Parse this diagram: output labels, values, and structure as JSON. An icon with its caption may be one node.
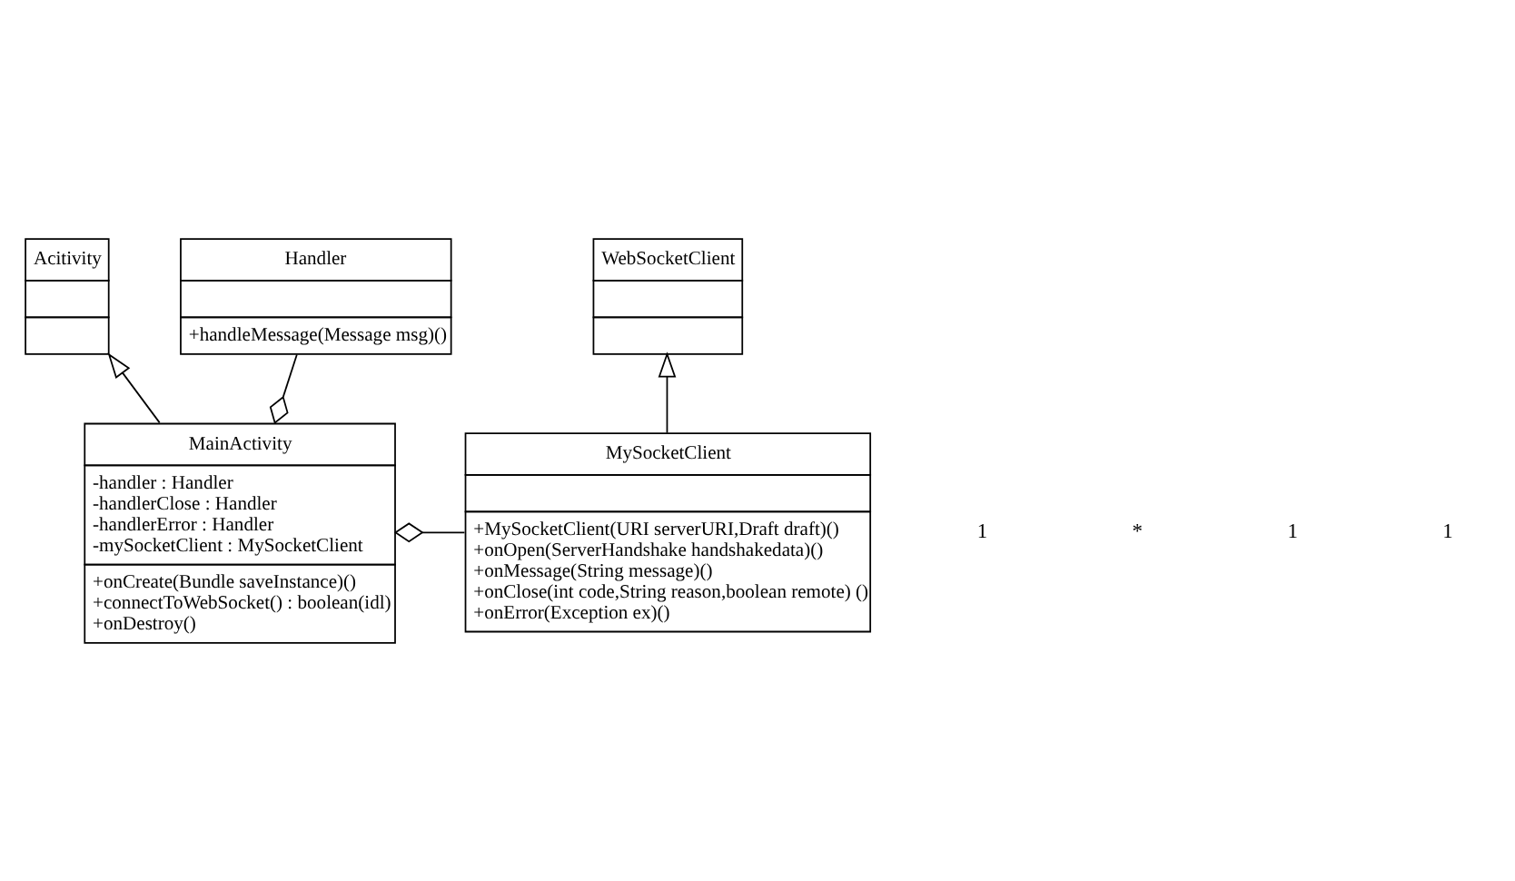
{
  "diagram": {
    "nodes": [
      {
        "text": [
          "Acitivity"
        ]
      },
      {
        "text": [
          "Handler",
          "+handleMessage(Message msg)()"
        ]
      },
      {
        "text": [
          "WebSocketClient"
        ]
      },
      {
        "text": [
          "MainActivity",
          "-handler : Handler",
          "-handlerClose : Handler",
          "-handlerError : Handler",
          "-mySocketClient : MySocketClient",
          "+onCreate(Bundle saveInstance)()",
          "+connectToWebSocket() : boolean(idl)",
          "+onDestroy()"
        ]
      },
      {
        "text": [
          "MySocketClient",
          "+MySocketClient(URI serverURI,Draft draft)()",
          "+onOpen(ServerHandshake handshakedata)()",
          "+onMessage(String message)()",
          "+onClose(int code,String reason,boolean remote) ()",
          "+onError(Exception ex)()"
        ]
      }
    ],
    "edges": [
      {
        "from": 3,
        "to": 0,
        "arrow": "to"
      },
      {
        "from": 3,
        "to": 1,
        "arrow": "other"
      },
      {
        "from": 3,
        "to": 4,
        "arrow": "other"
      },
      {
        "from": 4,
        "to": 2,
        "arrow": "to"
      }
    ],
    "labels": [
      "1",
      "*",
      "1",
      "1"
    ]
  }
}
